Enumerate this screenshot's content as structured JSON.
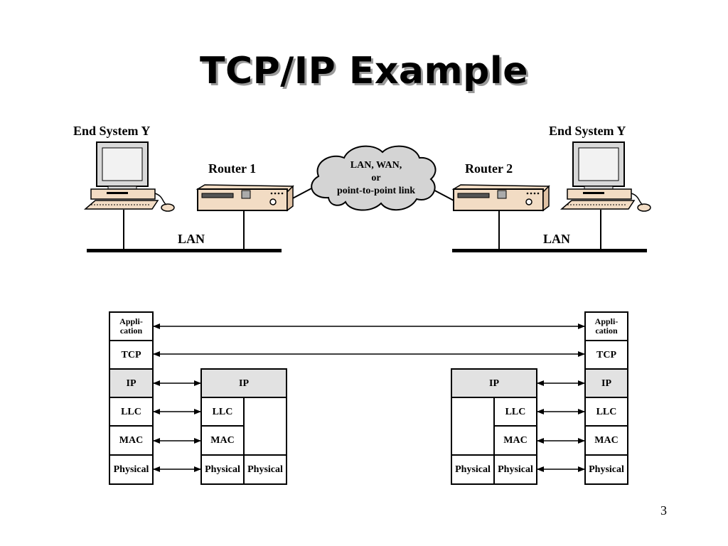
{
  "title": "TCP/IP Example",
  "network": {
    "end_system_left": "End System Y",
    "end_system_right": "End System Y",
    "router1": "Router 1",
    "router2": "Router 2",
    "cloud": [
      "LAN, WAN,",
      "or",
      "point-to-point link"
    ],
    "lan_left": "LAN",
    "lan_right": "LAN"
  },
  "stacks": {
    "host": [
      "Appli-\ncation",
      "TCP",
      "IP",
      "LLC",
      "MAC",
      "Physical"
    ],
    "router": {
      "ip": "IP",
      "llc": "LLC",
      "mac": "MAC",
      "phys": "Physical"
    }
  },
  "page_number": "3",
  "colors": {
    "ip_layer": "#e2e2e2",
    "device": "#f2dcc4",
    "cloud": "#d4d4d4"
  }
}
